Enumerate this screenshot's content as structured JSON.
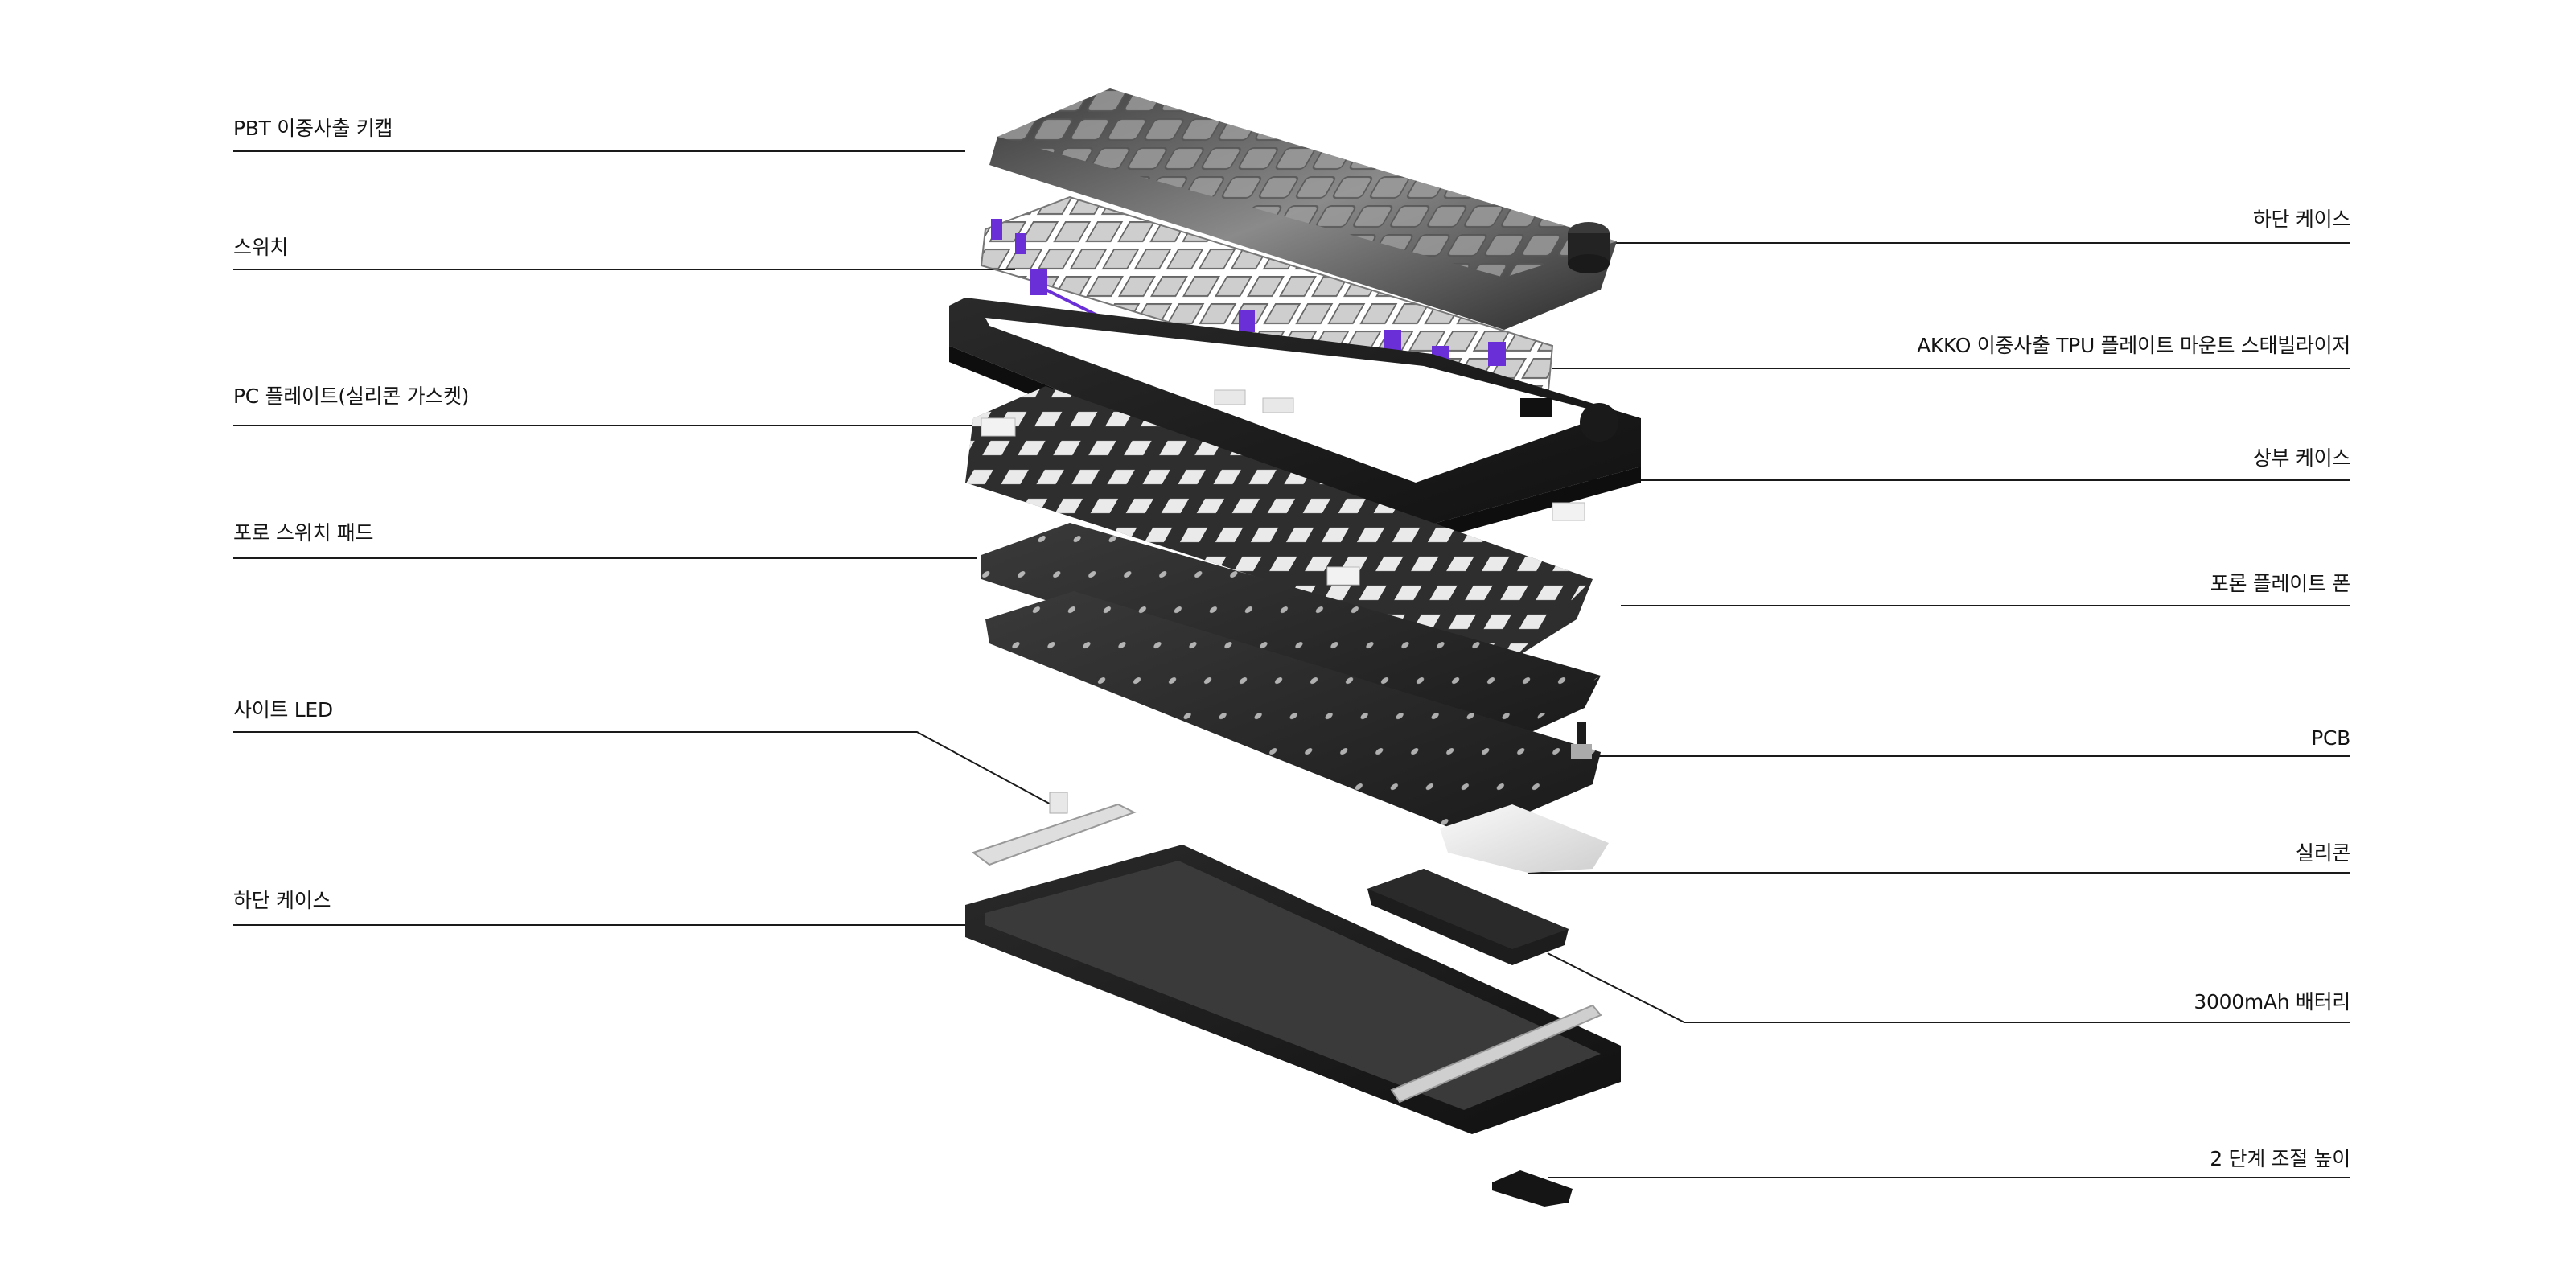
{
  "diagram": {
    "subject": "exploded keyboard assembly",
    "left_labels": [
      {
        "id": "keycaps",
        "text": "PBT 이중사출 키캡"
      },
      {
        "id": "switches",
        "text": "스위치"
      },
      {
        "id": "pc-plate",
        "text": "PC 플레이트(실리콘 가스켓)"
      },
      {
        "id": "switch-pad",
        "text": "포로 스위치 패드"
      },
      {
        "id": "side-led",
        "text": "사이트 LED"
      },
      {
        "id": "bottom-case-left",
        "text": "하단 케이스"
      }
    ],
    "right_labels": [
      {
        "id": "bottom-case-right",
        "text": "하단 케이스"
      },
      {
        "id": "stabilizer",
        "text": "AKKO 이중사출 TPU 플레이트 마운트 스태빌라이저"
      },
      {
        "id": "top-case",
        "text": "상부 케이스"
      },
      {
        "id": "poron-foam",
        "text": "포론 플레이트 폰"
      },
      {
        "id": "pcb",
        "text": "PCB"
      },
      {
        "id": "silicone",
        "text": "실리콘"
      },
      {
        "id": "battery",
        "text": "3000mAh 배터리"
      },
      {
        "id": "height-feet",
        "text": "2 단계 조절 높이"
      }
    ],
    "colors": {
      "background": "#ffffff",
      "leader_line": "#1a1a1a",
      "text": "#141414",
      "keycap_dark": "#2b2b2b",
      "keycap_light": "#7a7a7a",
      "stabilizer_accent": "#6a2fd6",
      "case": "#1c1c1c",
      "plate": "#262626",
      "silicone": "#e6e6e6"
    }
  }
}
